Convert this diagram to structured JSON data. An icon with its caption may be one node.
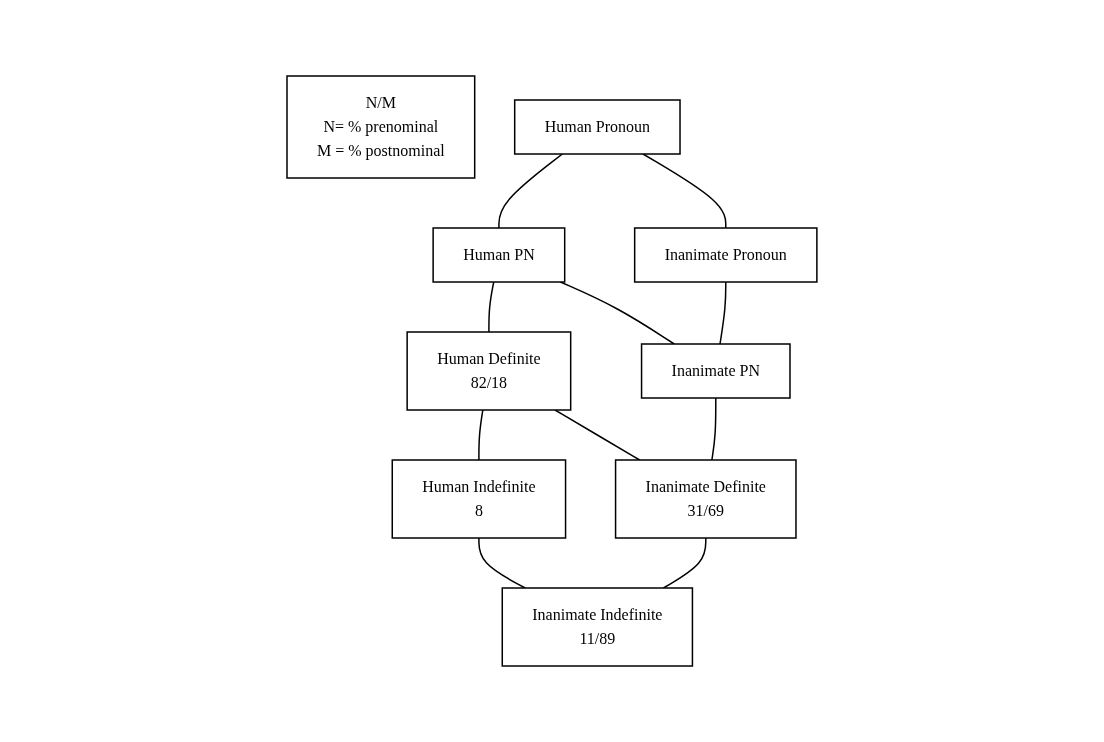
{
  "diagram": {
    "nodes": [
      {
        "text": [
          "N/M",
          "N= % prenominal",
          "M = % postnominal"
        ]
      },
      {
        "text": [
          "Human Pronoun"
        ]
      },
      {
        "text": [
          "Human PN"
        ]
      },
      {
        "text": [
          "Inanimate Pronoun"
        ]
      },
      {
        "text": [
          "Human Definite",
          "82/18"
        ]
      },
      {
        "text": [
          "Inanimate PN"
        ]
      },
      {
        "text": [
          "Human Indefinite",
          "8"
        ]
      },
      {
        "text": [
          "Inanimate Definite",
          "31/69"
        ]
      },
      {
        "text": [
          "Inanimate Indefinite",
          "11/89"
        ]
      }
    ],
    "edges": [
      {
        "from": 1,
        "to": 2,
        "arrow": "none"
      },
      {
        "from": 1,
        "to": 3,
        "arrow": "none"
      },
      {
        "from": 2,
        "to": 4,
        "arrow": "none"
      },
      {
        "from": 2,
        "to": 5,
        "arrow": "none"
      },
      {
        "from": 3,
        "to": 5,
        "arrow": "none"
      },
      {
        "from": 4,
        "to": 6,
        "arrow": "none"
      },
      {
        "from": 4,
        "to": 7,
        "arrow": "none"
      },
      {
        "from": 5,
        "to": 7,
        "arrow": "none"
      },
      {
        "from": 6,
        "to": 8,
        "arrow": "none"
      },
      {
        "from": 7,
        "to": 8,
        "arrow": "none"
      }
    ]
  }
}
